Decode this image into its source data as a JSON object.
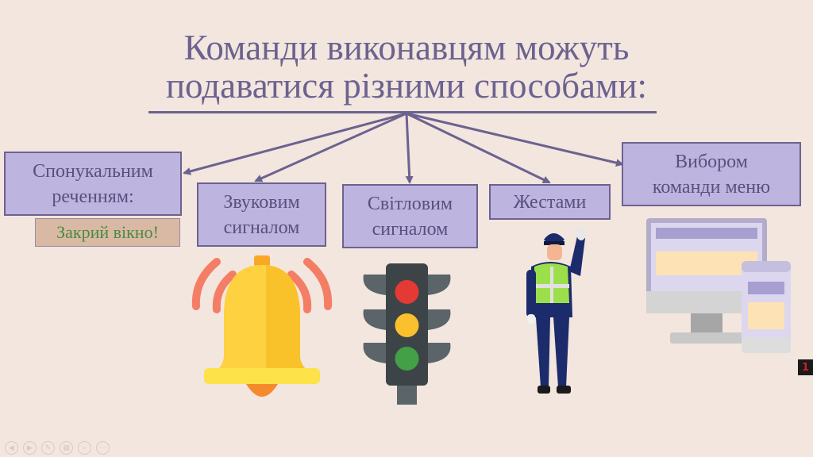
{
  "title": {
    "line1": "Команди виконавцям можуть",
    "line2": "подаватися різними способами:"
  },
  "methods": [
    "Спонукальним реченням:",
    "Звуковим сигналом",
    "Світловим сигналом",
    "Жестами",
    "Вибором команди меню"
  ],
  "example": "Закрий вікно!",
  "slide_number": "1",
  "icons": [
    "bell-icon",
    "traffic-light-icon",
    "police-officer-icon",
    "monitor-menu-icon"
  ],
  "colors": {
    "background": "#f2e6de",
    "title": "#6c6290",
    "box_fill": "#bdb4df",
    "example_text": "#4a8a45"
  }
}
